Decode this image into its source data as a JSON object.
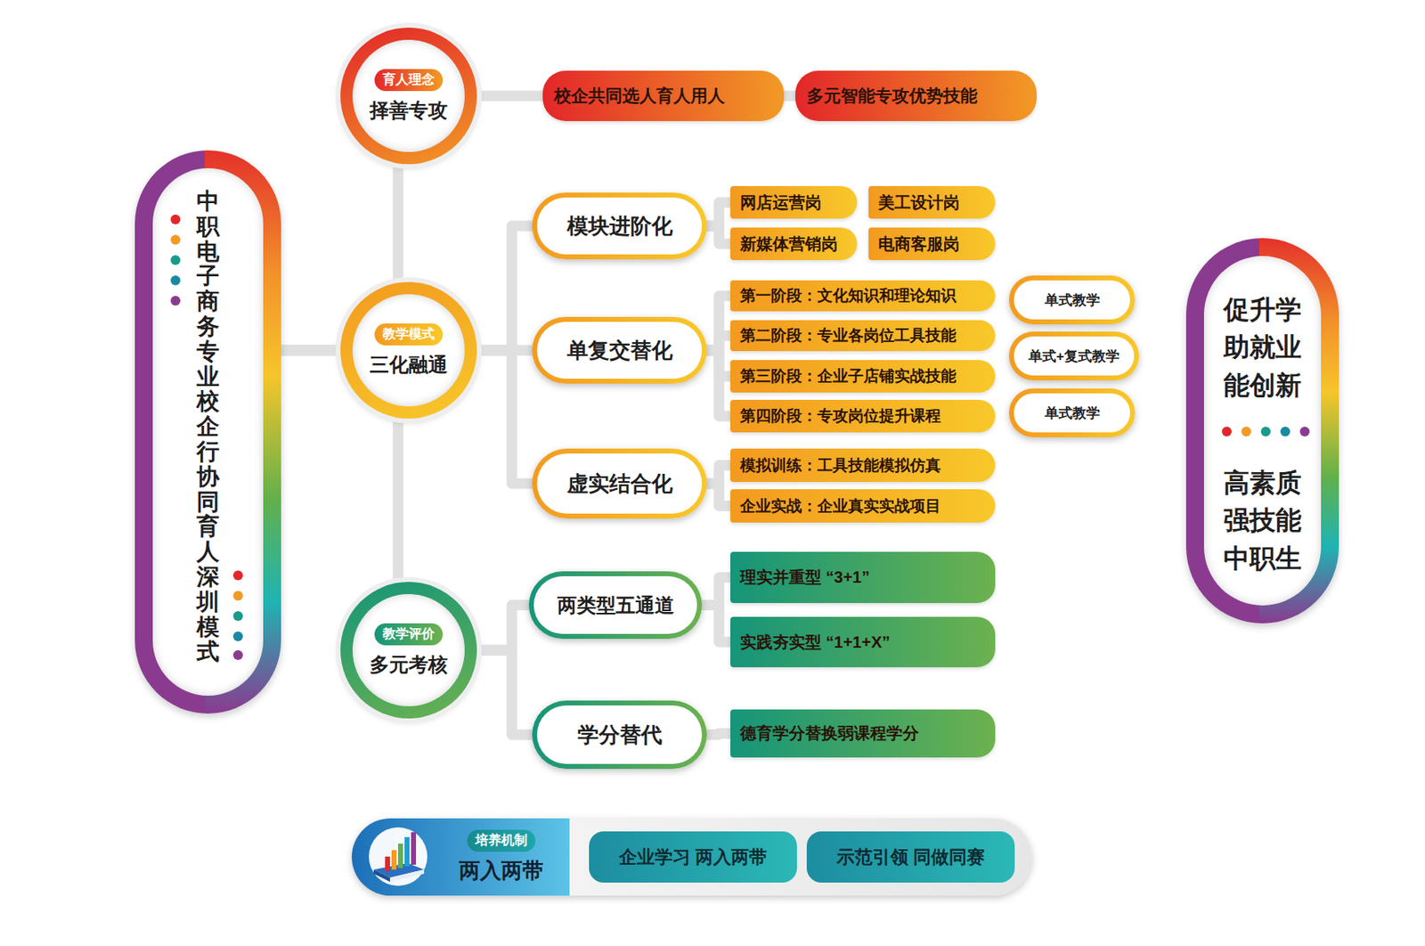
{
  "diagram": {
    "nodes": [
      {
        "text": [
          "中职电子商务专业校企行协同育人深圳模式"
        ]
      },
      {
        "text": [
          "育人理念",
          "择善专攻"
        ]
      },
      {
        "text": [
          "校企共同选人育人用人"
        ]
      },
      {
        "text": [
          "多元智能专攻优势技能"
        ]
      },
      {
        "text": [
          "教学模式",
          "三化融通"
        ]
      },
      {
        "text": [
          "模块进阶化"
        ]
      },
      {
        "text": [
          "网店运营岗"
        ]
      },
      {
        "text": [
          "美工设计岗"
        ]
      },
      {
        "text": [
          "新媒体营销岗"
        ]
      },
      {
        "text": [
          "电商客服岗"
        ]
      },
      {
        "text": [
          "单复交替化"
        ]
      },
      {
        "text": [
          "第一阶段：文化知识和理论知识"
        ]
      },
      {
        "text": [
          "第二阶段：专业各岗位工具技能"
        ]
      },
      {
        "text": [
          "第三阶段：企业子店铺实战技能"
        ]
      },
      {
        "text": [
          "第四阶段：专攻岗位提升课程"
        ]
      },
      {
        "text": [
          "单式教学"
        ]
      },
      {
        "text": [
          "单式+复式教学"
        ]
      },
      {
        "text": [
          "单式教学"
        ]
      },
      {
        "text": [
          "虚实结合化"
        ]
      },
      {
        "text": [
          "模拟训练：工具技能模拟仿真"
        ]
      },
      {
        "text": [
          "企业实战：企业真实实战项目"
        ]
      },
      {
        "text": [
          "教学评价",
          "多元考核"
        ]
      },
      {
        "text": [
          "两类型五通道"
        ]
      },
      {
        "text": [
          "理实并重型 “3+1”"
        ]
      },
      {
        "text": [
          "实践夯实型 “1+1+X”"
        ]
      },
      {
        "text": [
          "学分替代"
        ]
      },
      {
        "text": [
          "德育学分替换弱课程学分"
        ]
      },
      {
        "text": [
          "培养机制",
          "两入两带"
        ]
      },
      {
        "text": [
          "企业学习 两入两带"
        ],
        "in": 27
      },
      {
        "text": [
          "示范引领 同做同赛"
        ],
        "in": 27
      },
      {
        "text": [
          "促升学 助就业 能创新",
          "高素质 强技能 中职生"
        ]
      }
    ],
    "edges": [
      {
        "from": 0,
        "to": 1,
        "arrow": "none"
      },
      {
        "from": 0,
        "to": 4,
        "arrow": "none"
      },
      {
        "from": 0,
        "to": 21,
        "arrow": "none"
      },
      {
        "from": 1,
        "to": 2,
        "arrow": "none"
      },
      {
        "from": 2,
        "to": 3,
        "arrow": "none"
      },
      {
        "from": 4,
        "to": 5,
        "arrow": "none"
      },
      {
        "from": 4,
        "to": 10,
        "arrow": "none"
      },
      {
        "from": 4,
        "to": 18,
        "arrow": "none"
      },
      {
        "from": 5,
        "to": 6,
        "arrow": "none"
      },
      {
        "from": 5,
        "to": 8,
        "arrow": "none"
      },
      {
        "from": 10,
        "to": 11,
        "arrow": "none"
      },
      {
        "from": 10,
        "to": 12,
        "arrow": "none"
      },
      {
        "from": 10,
        "to": 13,
        "arrow": "none"
      },
      {
        "from": 10,
        "to": 14,
        "arrow": "none"
      },
      {
        "from": 18,
        "to": 19,
        "arrow": "none"
      },
      {
        "from": 18,
        "to": 20,
        "arrow": "none"
      },
      {
        "from": 21,
        "to": 22,
        "arrow": "none"
      },
      {
        "from": 21,
        "to": 25,
        "arrow": "none"
      },
      {
        "from": 22,
        "to": 23,
        "arrow": "none"
      },
      {
        "from": 22,
        "to": 24,
        "arrow": "none"
      },
      {
        "from": 25,
        "to": 26,
        "arrow": "none"
      }
    ]
  }
}
